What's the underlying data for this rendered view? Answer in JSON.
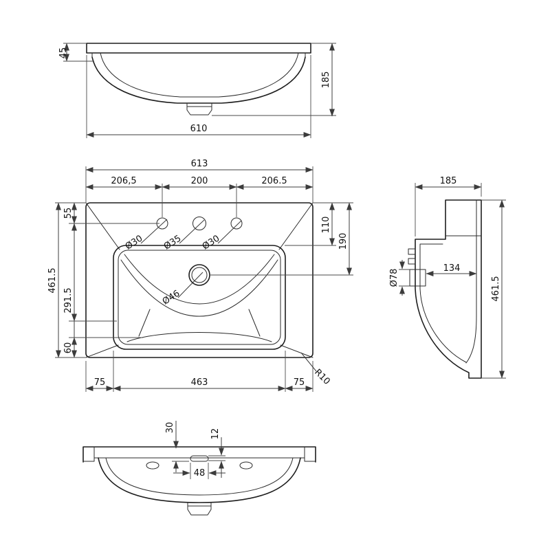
{
  "drawing": {
    "background": "#ffffff",
    "line_color": "#1d1d1d",
    "dim_color": "#3c3c3c"
  },
  "front_view": {
    "rim_height": "45",
    "total_height": "185",
    "overall_width": "610"
  },
  "plan_view": {
    "overall_width": "613",
    "hole_offset_left": "206,5",
    "hole_spacing": "200",
    "hole_offset_right": "206.5",
    "overall_depth": "461.5",
    "edge_to_holes": "55",
    "holes_to_bowl": "291.5",
    "bowl_to_front": "60",
    "right_upper": "110",
    "right_lower": "190",
    "front_left_75": "75",
    "front_center_463": "463",
    "front_right_75": "75",
    "corner_radius": "R10",
    "tap_hole_left": "Ø30",
    "tap_hole_center": "Ø35",
    "tap_hole_right": "Ø30",
    "waste_hole": "Ø46"
  },
  "side_view": {
    "overall_depth": "185",
    "overall_height": "461.5",
    "waste_diameter": "Ø78",
    "inner_depth": "134"
  },
  "bottom_view": {
    "offset_30": "30",
    "slot_height_12": "12",
    "slot_width_48": "48"
  }
}
